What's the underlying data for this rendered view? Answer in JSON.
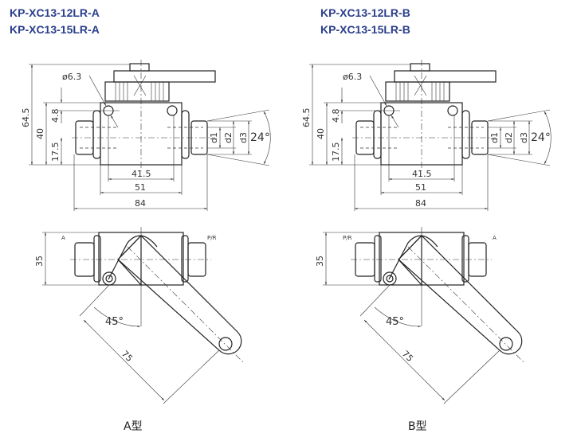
{
  "panels": [
    {
      "titles": [
        "KP-XC13-12LR-A",
        "KP-XC13-15LR-A"
      ],
      "dims": {
        "hole": "ø6.3",
        "height": "64.5",
        "body": "40",
        "top": "4.8",
        "axis": "17.5",
        "d1": "d1",
        "d2": "d2",
        "d3": "d3",
        "angle": "24°",
        "w1": "41.5",
        "w2": "51",
        "w3": "84",
        "depth": "35",
        "rot": "45°",
        "len": "75"
      },
      "port_left": "A",
      "port_right": "P/R",
      "caption": "A型"
    },
    {
      "titles": [
        "KP-XC13-12LR-B",
        "KP-XC13-15LR-B"
      ],
      "dims": {
        "hole": "ø6.3",
        "height": "64.5",
        "body": "40",
        "top": "4.8",
        "axis": "17.5",
        "d1": "d1",
        "d2": "d2",
        "d3": "d3",
        "angle": "24°",
        "w1": "41.5",
        "w2": "51",
        "w3": "84",
        "depth": "35",
        "rot": "45°",
        "len": "75"
      },
      "port_left": "P/R",
      "port_right": "A",
      "caption": "B型"
    }
  ]
}
